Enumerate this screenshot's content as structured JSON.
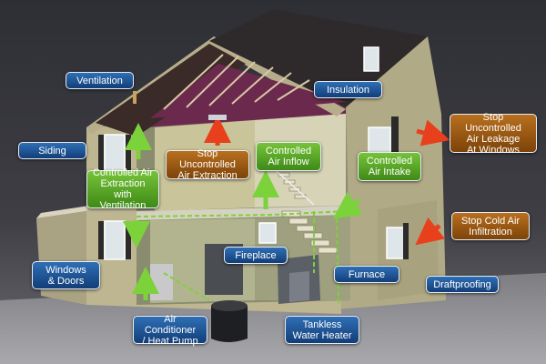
{
  "colors": {
    "blue_label": "#1f5aa0",
    "green_label": "#58a52a",
    "orange_label": "#9a5a14",
    "background": "#3f3f44",
    "siding": "#b9b28e",
    "airflow_arrow": "#7cd23a",
    "heat_arrow": "#e8401c"
  },
  "labels": {
    "ventilation": "Ventilation",
    "insulation": "Insulation",
    "siding": "Siding",
    "windows_doors": "Windows\n& Doors",
    "fireplace": "Fireplace",
    "furnace": "Furnace",
    "draftproofing": "Draftproofing",
    "air_conditioner": "Air Conditioner\n/ Heat Pump",
    "tankless_water_heater": "Tankless\nWater Heater",
    "controlled_air_extraction": "Controlled Air\nExtraction with\nVentilation",
    "stop_uncontrolled_air_extraction": "Stop Uncontrolled\nAir Extraction",
    "controlled_air_inflow": "Controlled\nAir Inflow",
    "controlled_air_intake": "Controlled\nAir Intake",
    "stop_uncontrolled_air_leakage": "Stop Uncontrolled\nAir Leakage\nAt Windows",
    "stop_cold_air_infiltration": "Stop Cold Air\nInfiltration"
  }
}
